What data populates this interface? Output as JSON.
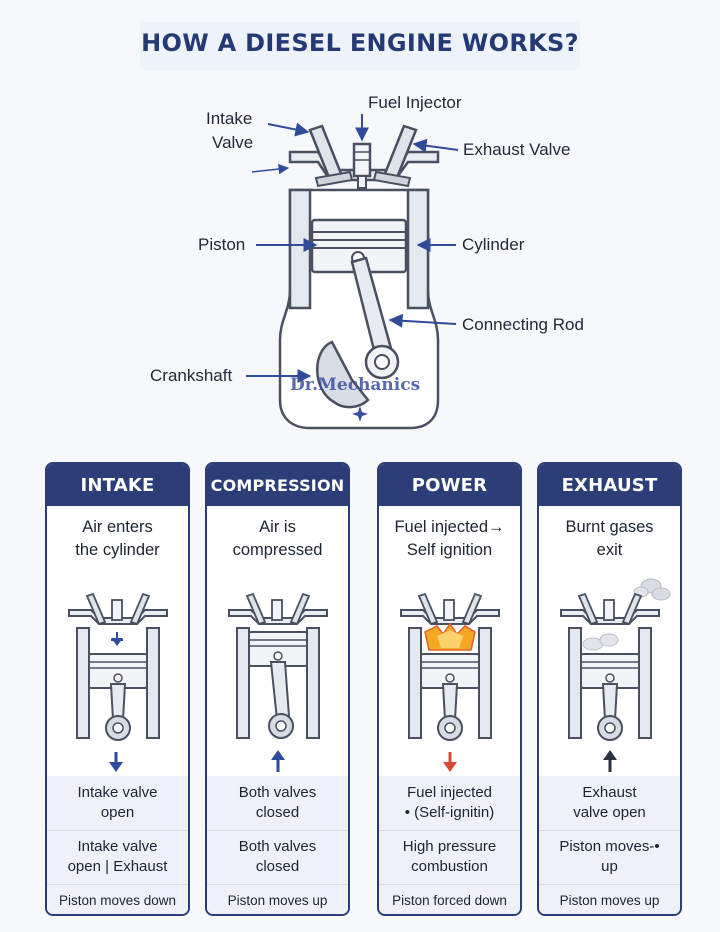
{
  "title": "HOW A DIESEL ENGINE WORKS?",
  "diagram": {
    "labels": {
      "intake_valve_line1": "Intake",
      "intake_valve_line2": "Valve",
      "fuel_injector": "Fuel Injector",
      "exhaust_valve": "Exhaust Valve",
      "piston": "Piston",
      "cylinder": "Cylinder",
      "connecting_rod": "Connecting Rod",
      "crankshaft": "Crankshaft"
    },
    "watermark": "Dr.Mechanics"
  },
  "colors": {
    "navy": "#2c3e78",
    "arrow_blue": "#2f4b9a",
    "arrow_red": "#d64a3a",
    "flame": "#f5a623",
    "outline": "#4a5060"
  },
  "strokes": [
    {
      "header": "INTAKE",
      "desc": [
        "Air enters",
        "the cylinder"
      ],
      "arrow": "down",
      "row1": [
        "Intake valve",
        "open"
      ],
      "row2": [
        "Intake valve",
        "open | Exhaust"
      ],
      "row3": "Piston moves down"
    },
    {
      "header": "COMPRESSION",
      "desc": [
        "Air is",
        "compressed"
      ],
      "arrow": "up",
      "row1": [
        "Both valves",
        "closed"
      ],
      "row2": [
        "Both valves",
        "closed"
      ],
      "row3": "Piston moves up"
    },
    {
      "header": "POWER",
      "desc": [
        "Fuel injected→",
        "Self ignition"
      ],
      "arrow": "down-red",
      "row1": [
        "Fuel injected",
        "• (Self-ignitin)"
      ],
      "row2": [
        "High pressure",
        "combustion"
      ],
      "row3": "Piston forced down"
    },
    {
      "header": "EXHAUST",
      "desc": [
        "Burnt gases",
        "exit"
      ],
      "arrow": "up",
      "row1": [
        "Exhaust",
        "valve open"
      ],
      "row2": [
        "Piston moves-•",
        "up"
      ],
      "row3": "Piston moves up"
    }
  ]
}
